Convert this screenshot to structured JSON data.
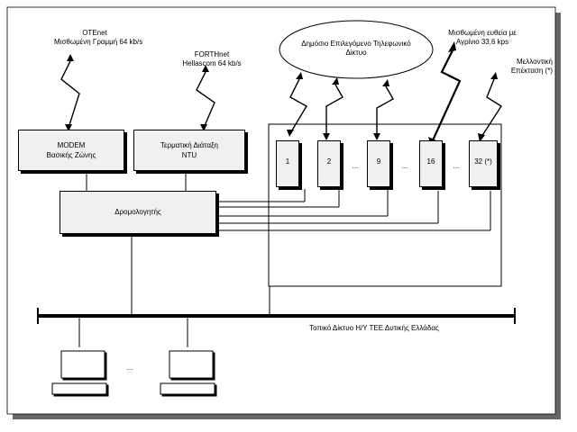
{
  "otenet": {
    "line1": "OTEnet",
    "line2": "Μισθωμένη Γραμμή 64 kb/s"
  },
  "forthnet": {
    "line1": "FORTHnet",
    "line2": "Hellascom 64 kb/s"
  },
  "pstn": {
    "line1": "Δημόσιο Επιλεγόμενο Τηλεφωνικό",
    "line2": "Δίκτυο"
  },
  "leased_agrinio": {
    "line1": "Μισθωμένη ευθεία με",
    "line2": "Αγρίνιο 33,6 kps"
  },
  "future": {
    "line1": "Μελλοντική",
    "line2": "Επέκταση (*)"
  },
  "modem": {
    "line1": "MODEM",
    "line2": "Βασικής Ζώνης"
  },
  "ntu": {
    "line1": "Τερματική Διάταξη",
    "line2": "NTU"
  },
  "router": {
    "label": "Δρομολογητής"
  },
  "ports": [
    "1",
    "2",
    "9",
    "16",
    "32 (*)"
  ],
  "ellipsis": "...",
  "lan": {
    "label": "Τοπικό Δίκτυο Η/Υ ΤΕΕ Δυτικής Ελλάδας"
  }
}
